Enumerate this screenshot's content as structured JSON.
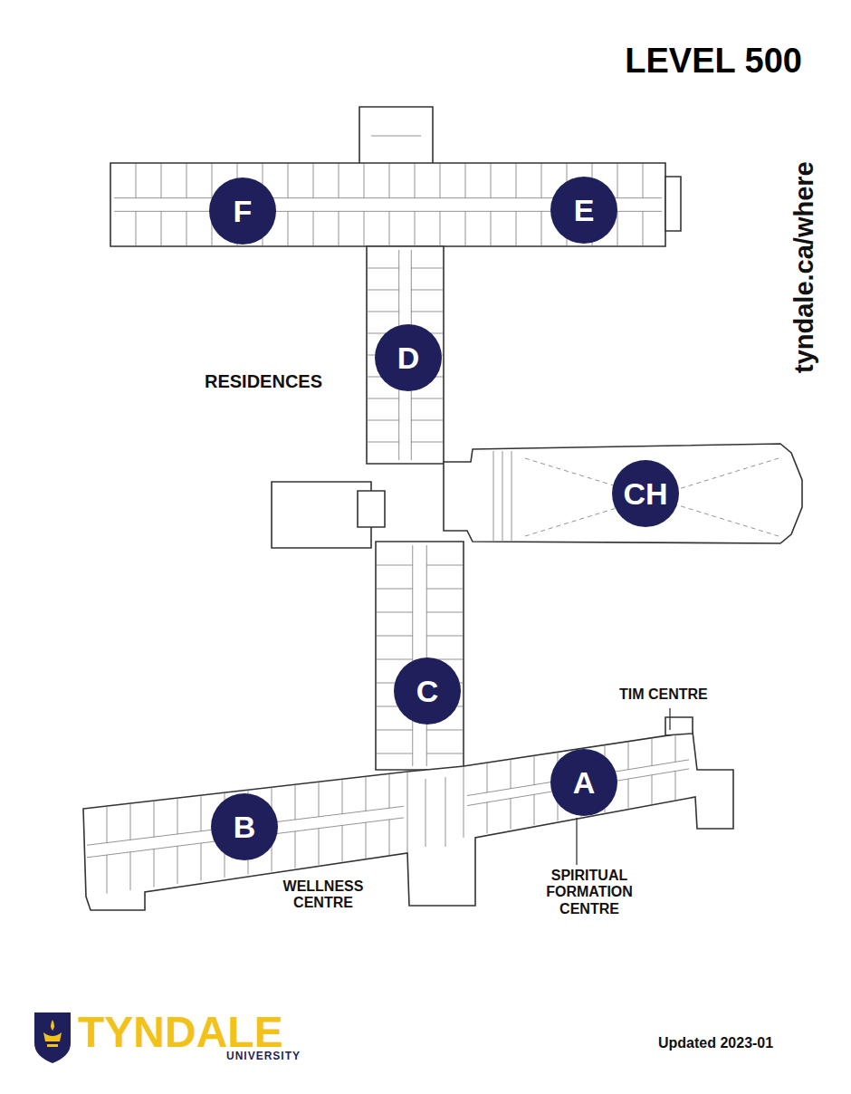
{
  "diagram": {
    "title": "LEVEL 500",
    "nodes": [
      {
        "text": [
          "F"
        ]
      },
      {
        "text": [
          "E"
        ]
      },
      {
        "text": [
          "D"
        ]
      },
      {
        "text": [
          "CH"
        ]
      },
      {
        "text": [
          "C"
        ]
      },
      {
        "text": [
          "A"
        ]
      },
      {
        "text": [
          "B"
        ]
      }
    ],
    "labels": [
      "RESIDENCES",
      "TIM CENTRE",
      "WELLNESS CENTRE",
      "SPIRITUAL FORMATION CENTRE",
      "tyndale.ca/where",
      "TYNDALE",
      "UNIVERSITY",
      "Updated 2023-01"
    ]
  }
}
